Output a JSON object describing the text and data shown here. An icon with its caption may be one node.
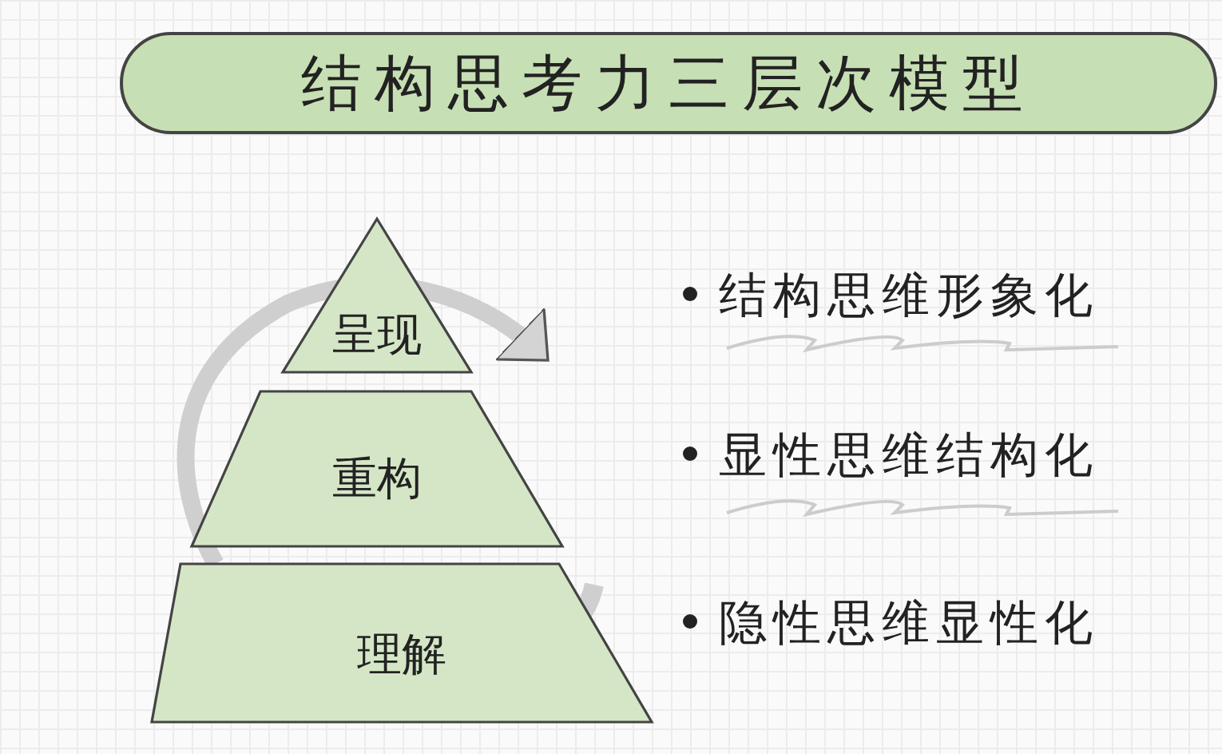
{
  "diagram": {
    "title": "结构思考力三层次模型",
    "nodes": [
      {
        "text": [
          "呈现"
        ]
      },
      {
        "text": [
          "重构"
        ]
      },
      {
        "text": [
          "理解"
        ]
      }
    ],
    "edges": [
      {
        "from": 2,
        "to": 0,
        "arrow": "to"
      }
    ],
    "labels": [
      "结构思维形象化",
      "显性思维结构化",
      "隐性思维显性化"
    ]
  }
}
